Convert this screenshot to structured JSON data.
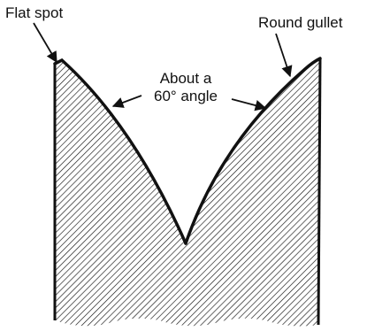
{
  "labels": {
    "flat_spot": "Flat spot",
    "round_gullet": "Round gullet",
    "angle_line1": "About a",
    "angle_line2": "60° angle"
  },
  "colors": {
    "ink": "#111111",
    "background": "#ffffff"
  }
}
